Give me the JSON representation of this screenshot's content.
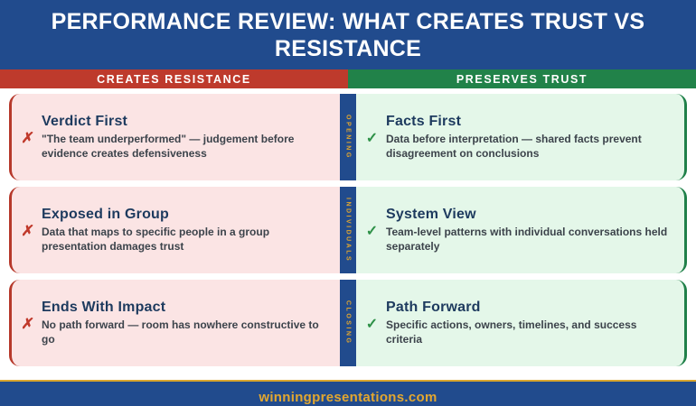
{
  "title": "PERFORMANCE REVIEW: WHAT CREATES TRUST VS RESISTANCE",
  "columns": {
    "left_header": "CREATES RESISTANCE",
    "right_header": "PRESERVES TRUST"
  },
  "rows": [
    {
      "stage": "OPENING",
      "left": {
        "mark": "✗",
        "heading": "Verdict First",
        "body": "\"The team underperformed\" — judgement before evidence creates defensiveness"
      },
      "right": {
        "mark": "✓",
        "heading": "Facts First",
        "body": "Data before interpretation — shared facts prevent disagreement on conclusions"
      }
    },
    {
      "stage": "INDIVIDUALS",
      "left": {
        "mark": "✗",
        "heading": "Exposed in Group",
        "body": "Data that maps to specific people in a group presentation damages trust"
      },
      "right": {
        "mark": "✓",
        "heading": "System View",
        "body": "Team-level patterns with individual conversations held separately"
      }
    },
    {
      "stage": "CLOSING",
      "left": {
        "mark": "✗",
        "heading": "Ends With Impact",
        "body": "No path forward — room has nowhere constructive to go"
      },
      "right": {
        "mark": "✓",
        "heading": "Path Forward",
        "body": "Specific actions, owners, timelines, and success criteria"
      }
    }
  ],
  "footer": {
    "website": "winningpresentations.com"
  },
  "colors": {
    "background_blue": "#214B8D",
    "resistance_red": "#BE3A2C",
    "trust_green": "#218249",
    "card_pink": "#FBE4E4",
    "card_light_green": "#E4F7E9",
    "accent_gold": "#E3A72F",
    "heading_navy": "#1D3A5E"
  }
}
